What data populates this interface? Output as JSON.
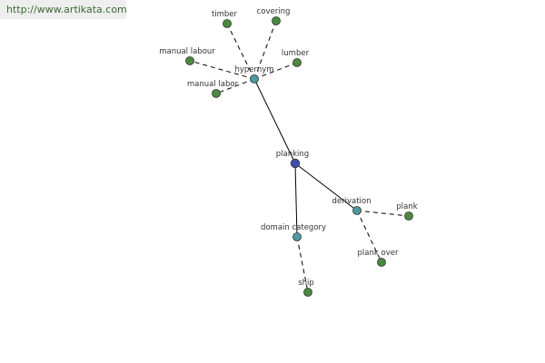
{
  "watermark": "http://www.artikata.com",
  "colors": {
    "center_node": "#3b4fa8",
    "relation_node": "#4d9a9f",
    "word_node": "#4a8a3f"
  },
  "nodes": {
    "planking": "planking",
    "hypernym": "hypernym",
    "timber": "timber",
    "covering": "covering",
    "manual_labour": "manual labour",
    "lumber": "lumber",
    "manual_labor": "manual labor",
    "derivation": "derivation",
    "plank": "plank",
    "plank_over": "plank over",
    "domain_category": "domain category",
    "ship": "ship"
  }
}
